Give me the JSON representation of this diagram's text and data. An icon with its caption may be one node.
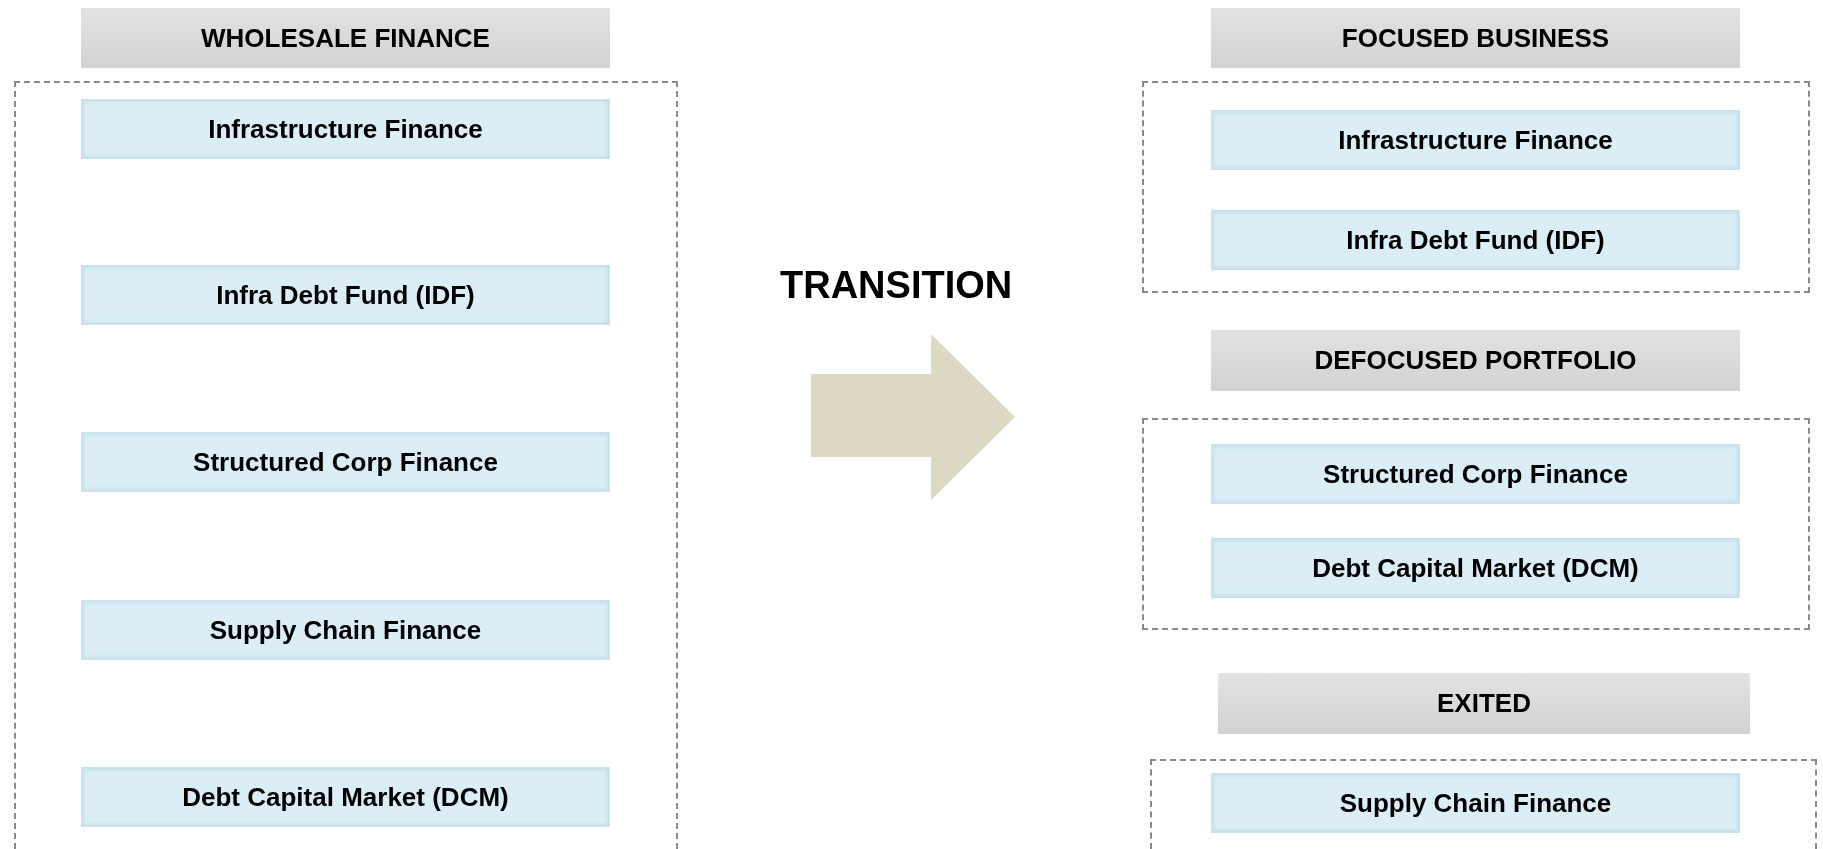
{
  "diagram": {
    "nodes": [
      {
        "text": [
          "WHOLESALE FINANCE"
        ]
      },
      {
        "text": [],
        "shape": "box"
      },
      {
        "text": [
          "Infrastructure Finance"
        ],
        "in": 1
      },
      {
        "text": [
          "Infra Debt Fund (IDF)"
        ],
        "in": 1
      },
      {
        "text": [
          "Structured Corp Finance"
        ],
        "in": 1
      },
      {
        "text": [
          "Supply Chain Finance"
        ],
        "in": 1
      },
      {
        "text": [
          "Debt Capital Market (DCM)"
        ],
        "in": 1
      },
      {
        "text": [
          "FOCUSED BUSINESS"
        ]
      },
      {
        "text": [],
        "shape": "box"
      },
      {
        "text": [
          "Infrastructure Finance"
        ],
        "in": 8
      },
      {
        "text": [
          "Infra Debt Fund (IDF)"
        ],
        "in": 8
      },
      {
        "text": [
          "DEFOCUSED PORTFOLIO"
        ]
      },
      {
        "text": [],
        "shape": "box"
      },
      {
        "text": [
          "Structured Corp Finance"
        ],
        "in": 12
      },
      {
        "text": [
          "Debt Capital Market (DCM)"
        ],
        "in": 12
      },
      {
        "text": [
          "EXITED"
        ]
      },
      {
        "text": [],
        "shape": "box"
      },
      {
        "text": [
          "Supply Chain Finance"
        ],
        "in": 16
      }
    ],
    "edges": [],
    "labels": [
      "TRANSITION"
    ]
  }
}
